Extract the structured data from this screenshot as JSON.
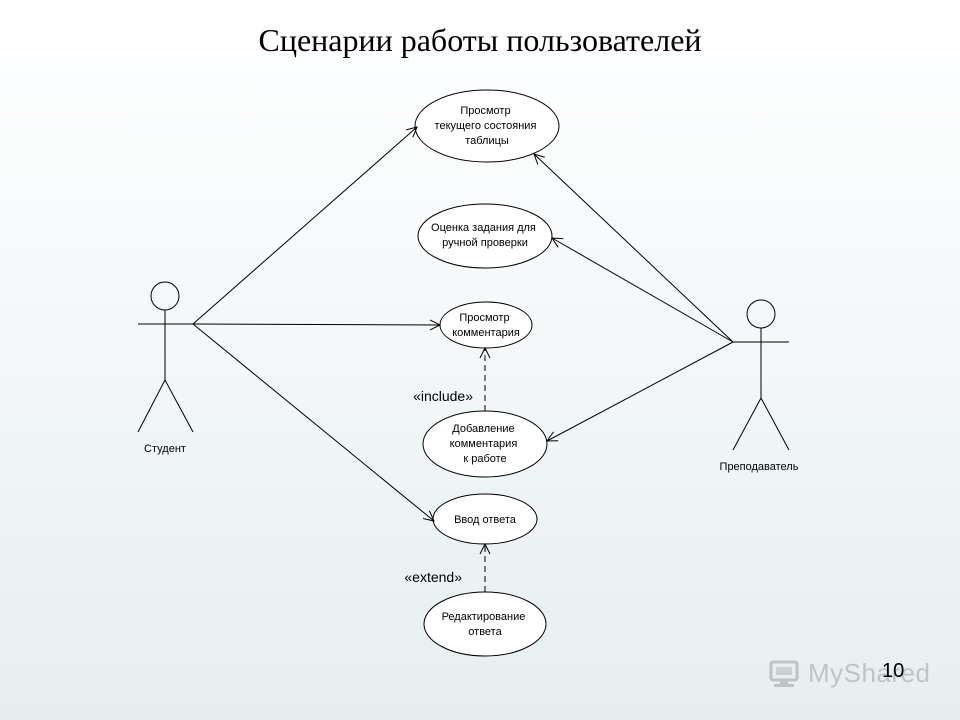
{
  "title": "Сценарии работы пользователей",
  "actors": {
    "student": "Студент",
    "teacher": "Преподаватель"
  },
  "use_cases": {
    "view_table": [
      "Просмотр",
      "текущего состояния",
      "таблицы"
    ],
    "grade_task": [
      "Оценка задания для",
      "ручной проверки"
    ],
    "view_comment": [
      "Просмотр",
      "комментария"
    ],
    "add_comment": [
      "Добавление",
      "комментария",
      "к работе"
    ],
    "enter_answer": [
      "Ввод ответа"
    ],
    "edit_answer": [
      "Редактирование",
      "ответа"
    ]
  },
  "stereotypes": {
    "include": "«include»",
    "extend": "«extend»"
  },
  "page_number": "10",
  "watermark": "MyShared"
}
